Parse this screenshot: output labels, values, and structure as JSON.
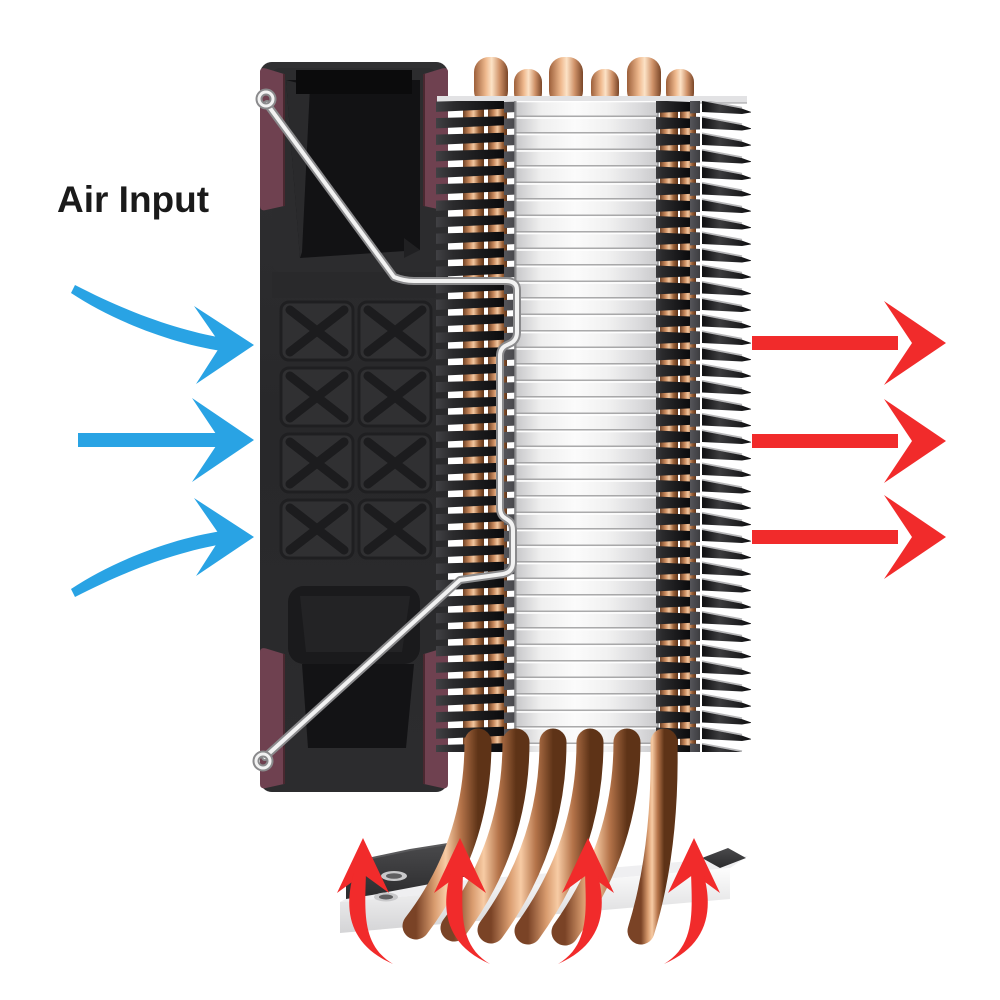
{
  "labels": {
    "air_input": "Air Input"
  },
  "colors": {
    "label_text": "#1a1a1a",
    "input_arrows": "#29a3e4",
    "output_arrows": "#f12b2b",
    "heat_arrows": "#f12b2b",
    "fan_body": "#2a2a2c",
    "fan_pads": "#6f4150",
    "fin_front_light": "#f2f2f2",
    "fin_side_dark": "#1c1c1e",
    "heat_pipe_copper": "#d99c6f",
    "base_plate": "#efefef",
    "mount_bracket": "#3a3a3c",
    "clip_wire": "#f2f2f2"
  },
  "scene": {
    "subject": "CPU tower cooler side view with airflow direction diagram",
    "air_input_arrow_count": 3,
    "air_output_arrow_count": 3,
    "heat_rise_arrow_count": 4,
    "heat_pipe_count": 6
  }
}
